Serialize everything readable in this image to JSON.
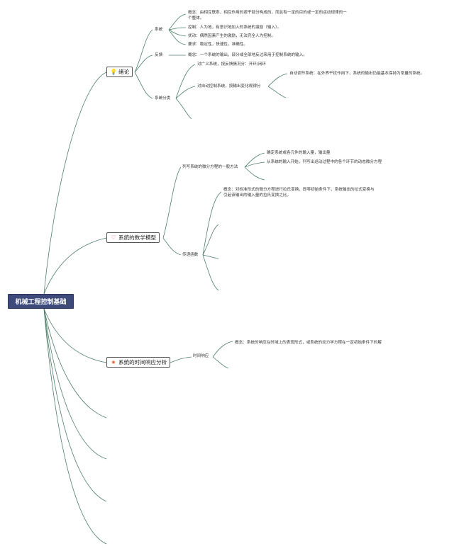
{
  "root": {
    "label": "机械工程控制基础"
  },
  "branches": [
    {
      "label": "绪论",
      "icon": "lightbulb-icon",
      "children": [
        {
          "label": "系统",
          "children": [
            "概念：由相互联系，相互作用的若干部分构成的，而且有一定的目的或一定的运动规律的一个整体。",
            "控制：人为地，有意识地加入的系统的激励（输入）。",
            "扰动：偶然因素产生的激励，无法完全人为控制。",
            "要求：稳定性，快速性，准确性。"
          ]
        },
        {
          "label": "反馈",
          "children": [
            "概念：一个系统的输出，部分或全部地反过来用于控制系统的输入。"
          ]
        },
        {
          "label": "系统分类",
          "children": [
            "对广义系统，按反馈情况分：开环/闭环",
            "对自动控制系统，按输出变化规律分"
          ],
          "grandchild": "自动调节系统：在外界干扰作用下，系统的输出仍能基本保持为常量的系统。"
        }
      ]
    },
    {
      "label": "系统的数学模型",
      "icon": "heart-icon",
      "children": [
        {
          "label": "列写系统的微分方程的一般方法",
          "children": [
            "确定系统或各元件的输入量，输出量",
            "从系统的输入开始，列写出运动过程中的各个环节的动态微分方程"
          ]
        },
        {
          "label": "传递函数",
          "children": [
            "概念：对标准形式的微分方程进行拉氏变换，即零初始条件下，系统输出的拉式变换与引起该输出的输入量的拉氏变换之比。"
          ]
        }
      ]
    },
    {
      "label": "系统的时间响应分析",
      "icon": "star-icon",
      "children": [
        {
          "label": "时间响应",
          "children": [
            "概念：系统的响应在时域上的表现形式，或系统的动力学方程在一定初始条件下的解"
          ]
        }
      ]
    }
  ],
  "colors": {
    "line": "#4f7f6a",
    "root_bg": "#3d4a7a",
    "bulb": "#f2c230",
    "heart": "#e0607e",
    "star": "#e05a2a"
  }
}
